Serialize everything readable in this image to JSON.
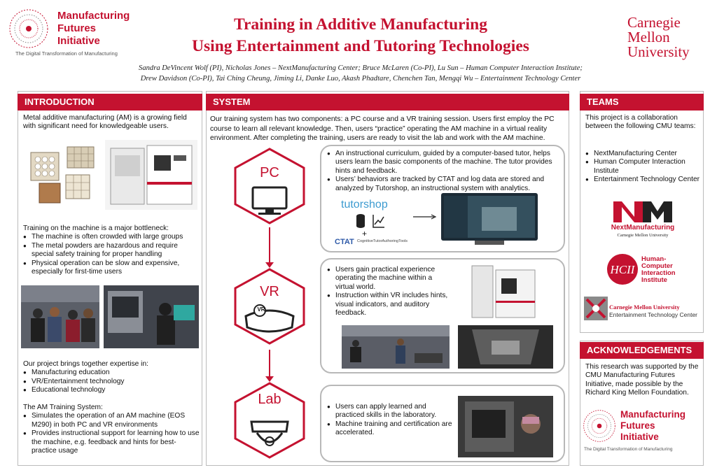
{
  "header": {
    "mfi_name": [
      "Manufacturing",
      "Futures",
      "Initiative"
    ],
    "mfi_tagline": "The Digital Transformation of Manufacturing",
    "title_line1": "Training in Additive Manufacturing",
    "title_line2": "Using Entertainment and Tutoring Technologies",
    "authors_line1": "Sandra DeVincent Wolf (PI), Nicholas Jones – NextManufacturing Center; Bruce McLaren (Co-PI), Lu Sun – Human Computer Interaction Institute;",
    "authors_line2": "Drew Davidson (Co-PI), Tai Ching Cheung, Jiming Li, Danke Luo, Akash Phadtare, Chenchen Tan, Mengqi Wu – Entertainment Technology Center",
    "cmu": [
      "Carnegie",
      "Mellon",
      "University"
    ]
  },
  "introduction": {
    "heading": "INTRODUCTION",
    "intro_text": "Metal additive manufacturing (AM) is a growing field with significant need for knowledgeable users.",
    "bottleneck_heading": "Training on the machine is a major bottleneck:",
    "bottleneck_items": [
      "The machine is often crowded with large groups",
      "The metal powders are hazardous and require special safety training for proper handling",
      "Physical operation can be slow and expensive, especially for first-time users"
    ],
    "expertise_heading": "Our project brings together expertise in:",
    "expertise_items": [
      "Manufacturing education",
      "VR/Entertainment technology",
      "Educational technology"
    ],
    "system_heading": "The AM Training System:",
    "system_items": [
      "Simulates the operation of an AM machine (EOS M290) in both PC and VR environments",
      "Provides instructional support for learning how to use the machine, e.g. feedback and hints for best-practice usage"
    ]
  },
  "system": {
    "heading": "SYSTEM",
    "intro": "Our training system has two components: a PC course and a VR training session. Users first employ the PC course to learn all relevant knowledge. Then, users “practice” operating the AM machine in a virtual reality environment. After completing the training, users are ready to visit the lab and work with the AM machine.",
    "stages": [
      {
        "label": "PC",
        "bullets": [
          "An instructional curriculum, guided by a computer-based tutor, helps users learn the basic components of the machine.  The tutor provides hints and feedback.",
          "Users’ behaviors are tracked by CTAT and log data are stored and analyzed by Tutorshop, an instructional system with analytics."
        ]
      },
      {
        "label": "VR",
        "bullets": [
          "Users gain practical experience operating the machine within a virtual world.",
          "Instruction within VR includes hints, visual indicators, and auditory feedback."
        ]
      },
      {
        "label": "Lab",
        "bullets": [
          "Users can apply learned and practiced skills in the laboratory.",
          "Machine training and certification are accelerated."
        ]
      }
    ],
    "tutorshop_logo": "tutorshop",
    "ctat_logo": "CTAT",
    "ctat_sub": "CognitiveTutorAuthoringTools",
    "plus": "+",
    "vr_badge": "VR"
  },
  "teams": {
    "heading": "TEAMS",
    "intro": "This project is a collaboration between the following CMU teams:",
    "items": [
      "NextManufacturing Center",
      "Human Computer Interaction Institute",
      "Entertainment Technology Center"
    ],
    "nm_logo_name": "NextManufacturing",
    "nm_logo_sub": "Carnegie Mellon University",
    "hcii_logo": [
      "Human-",
      "Computer",
      "Interaction",
      "Institute"
    ],
    "etc_logo_line1": "Carnegie Mellon University",
    "etc_logo_line2": "Entertainment Technology Center"
  },
  "acknowledgements": {
    "heading": "ACKNOWLEDGEMENTS",
    "text": "This research was supported by the CMU Manufacturing Futures Initiative, made possible by the Richard King Mellon Foundation.",
    "mfi_name": [
      "Manufacturing",
      "Futures",
      "Initiative"
    ],
    "mfi_tagline": "The Digital Transformation of Manufacturing"
  },
  "colors": {
    "accent": "#c41230",
    "border": "#bbbbbb"
  }
}
